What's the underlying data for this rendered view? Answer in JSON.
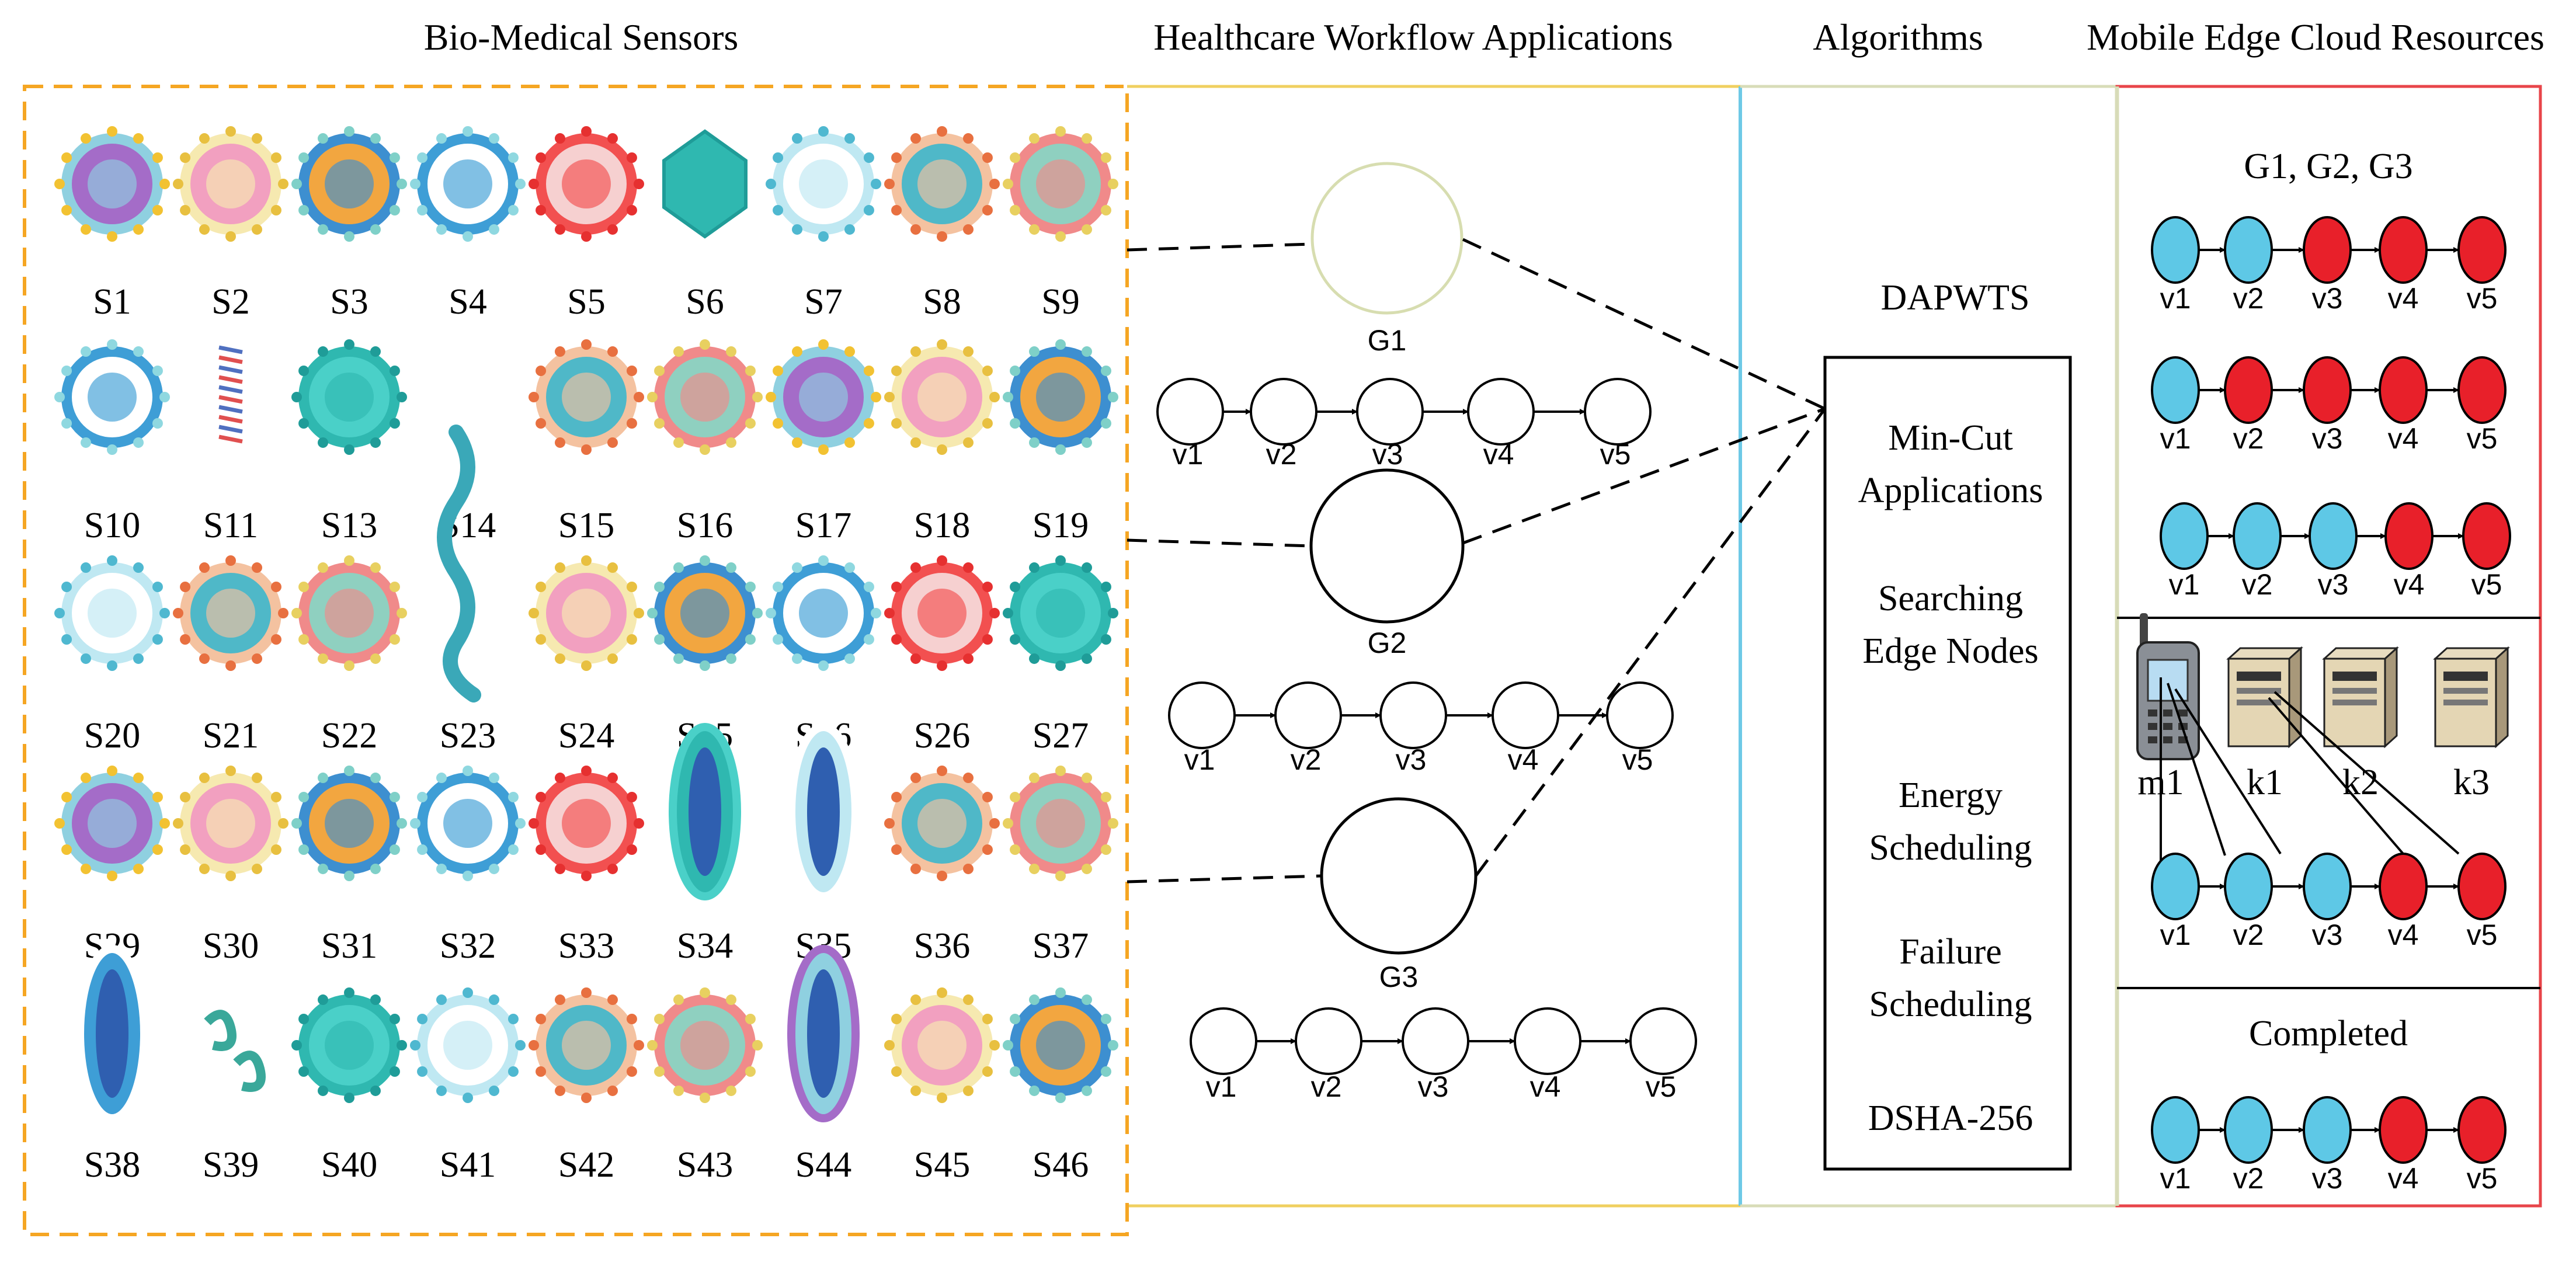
{
  "headers": {
    "sensors": "Bio-Medical Sensors",
    "workflow": "Healthcare Workflow Applications",
    "algorithms": "Algorithms",
    "resources": "Mobile Edge Cloud Resources"
  },
  "sensors": [
    [
      "S1",
      "S2",
      "S3",
      "S4",
      "S5",
      "S6",
      "S7",
      "S8",
      "S9"
    ],
    [
      "S10",
      "S11",
      "S13",
      "S14",
      "S15",
      "S16",
      "S17",
      "S18",
      "S19"
    ],
    [
      "S20",
      "S21",
      "S22",
      "S23",
      "S24",
      "S25",
      "S26",
      "S26",
      "S27"
    ],
    [
      "S29",
      "S30",
      "S31",
      "S32",
      "S33",
      "S34",
      "S35",
      "S36",
      "S37"
    ],
    [
      "S38",
      "S39",
      "S40",
      "S41",
      "S42",
      "S43",
      "S44",
      "S45",
      "S46"
    ]
  ],
  "workflow": {
    "graphs": [
      "G1",
      "G2",
      "G3"
    ],
    "task_labels": [
      "v1",
      "v2",
      "v3",
      "v4",
      "v5"
    ]
  },
  "algorithms": {
    "main": "DAPWTS",
    "steps": [
      [
        "Min-Cut",
        "Applications"
      ],
      [
        "Searching",
        "Edge Nodes"
      ],
      [
        "Energy",
        "Scheduling"
      ],
      [
        "Failure",
        "Scheduling"
      ],
      [
        "DSHA-256"
      ]
    ]
  },
  "resources": {
    "top_title": "G1, G2, G3",
    "chains": [
      [
        "blue",
        "blue",
        "red",
        "red",
        "red"
      ],
      [
        "blue",
        "red",
        "red",
        "red",
        "red"
      ],
      [
        "blue",
        "blue",
        "blue",
        "red",
        "red"
      ]
    ],
    "devices": [
      "m1",
      "k1",
      "k2",
      "k3"
    ],
    "mid_chain": [
      "blue",
      "blue",
      "blue",
      "red",
      "red"
    ],
    "completed_title": "Completed",
    "completed_chain": [
      "blue",
      "blue",
      "blue",
      "red",
      "red"
    ],
    "task_labels": [
      "v1",
      "v2",
      "v3",
      "v4",
      "v5"
    ]
  },
  "colors": {
    "blue_node": "#5ec8e6",
    "red_node": "#e8202a",
    "orange_dash": "#f5a623",
    "cyan_line": "#6ec9e6",
    "yellow_line": "#f0d060",
    "olive_line": "#d8dcb8",
    "red_line": "#e8454a",
    "g1_stroke": "#d7ddb0"
  }
}
